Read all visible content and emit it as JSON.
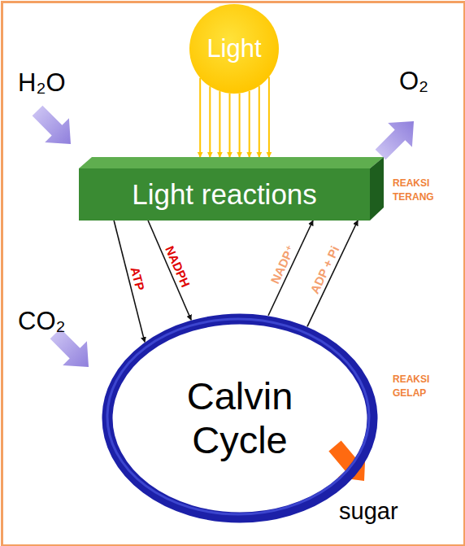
{
  "diagram": {
    "nodes": [
      {
        "text": [
          "Light"
        ]
      },
      {
        "text": [
          "Light reactions"
        ]
      },
      {
        "text": [
          "Calvin Cycle"
        ]
      }
    ],
    "edges": [
      {
        "from": 0,
        "to": 1,
        "arrow": "to"
      },
      {
        "from": 1,
        "to": 2,
        "label": "ATP",
        "arrow": "to"
      },
      {
        "from": 1,
        "to": 2,
        "label": "NADPH",
        "arrow": "to"
      },
      {
        "from": 2,
        "to": 1,
        "label": "NADP⁺",
        "arrow": "to"
      },
      {
        "from": 2,
        "to": 1,
        "label": "ADP + Pi",
        "arrow": "to"
      }
    ],
    "labels": [
      "H₂O",
      "O₂",
      "CO₂",
      "sugar",
      "REAKSI TERANG",
      "REAKSI GELAP"
    ]
  }
}
